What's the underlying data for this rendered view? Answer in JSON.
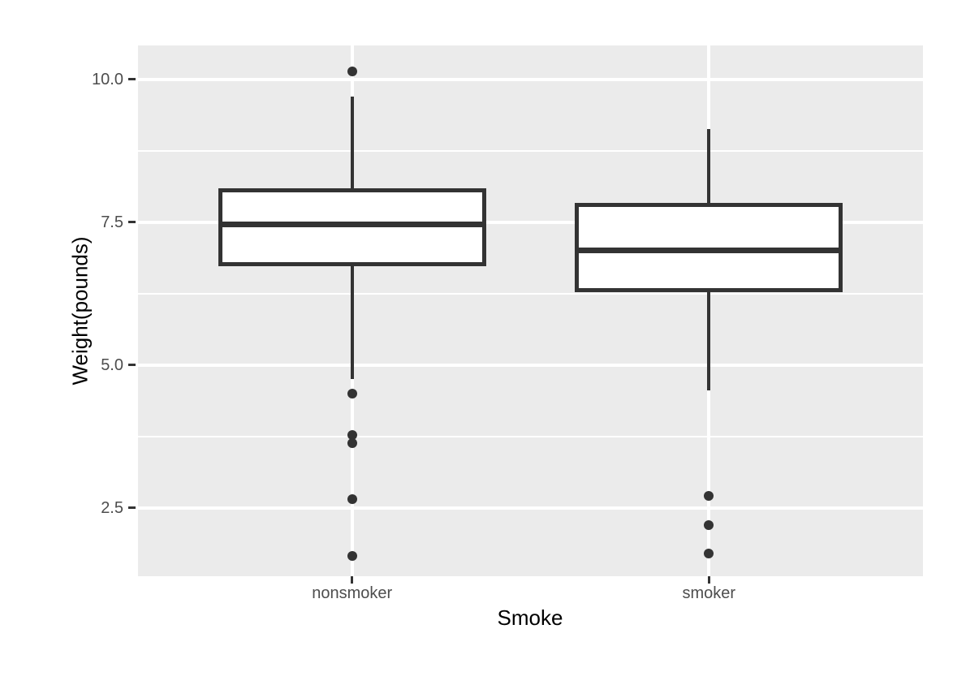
{
  "chart_data": {
    "type": "boxplot",
    "title": "",
    "xlabel": "Smoke",
    "ylabel": "Weight(pounds)",
    "categories": [
      "nonsmoker",
      "smoker"
    ],
    "ylim": [
      1.3,
      10.59
    ],
    "grid": true,
    "legend": "none",
    "y_axis": {
      "tick_labels": [
        "2.5",
        "5.0",
        "7.5",
        "10.0"
      ],
      "tick_values": [
        2.5,
        5.0,
        7.5,
        10.0
      ],
      "minor_tick_values": [
        3.75,
        6.25,
        8.75
      ]
    },
    "series": [
      {
        "name": "nonsmoker",
        "whisker_low": 4.75,
        "q1": 6.73,
        "median": 7.46,
        "q3": 8.09,
        "whisker_high": 9.7,
        "outliers": [
          10.14,
          4.5,
          3.77,
          3.63,
          2.65,
          1.65
        ]
      },
      {
        "name": "smoker",
        "whisker_low": 4.55,
        "q1": 6.27,
        "median": 7.01,
        "q3": 7.83,
        "whisker_high": 9.12,
        "outliers": [
          2.71,
          2.2,
          1.7
        ]
      }
    ],
    "colors": {
      "page_background": "#FFFFFF",
      "panel_background": "#EBEBEB",
      "gridline": "#FFFFFF",
      "box_stroke": "#333333",
      "box_fill": "#FFFFFF",
      "outlier": "#333333",
      "tick_mark": "#333333",
      "tick_label": "#4D4D4D",
      "axis_title": "#000000"
    }
  }
}
